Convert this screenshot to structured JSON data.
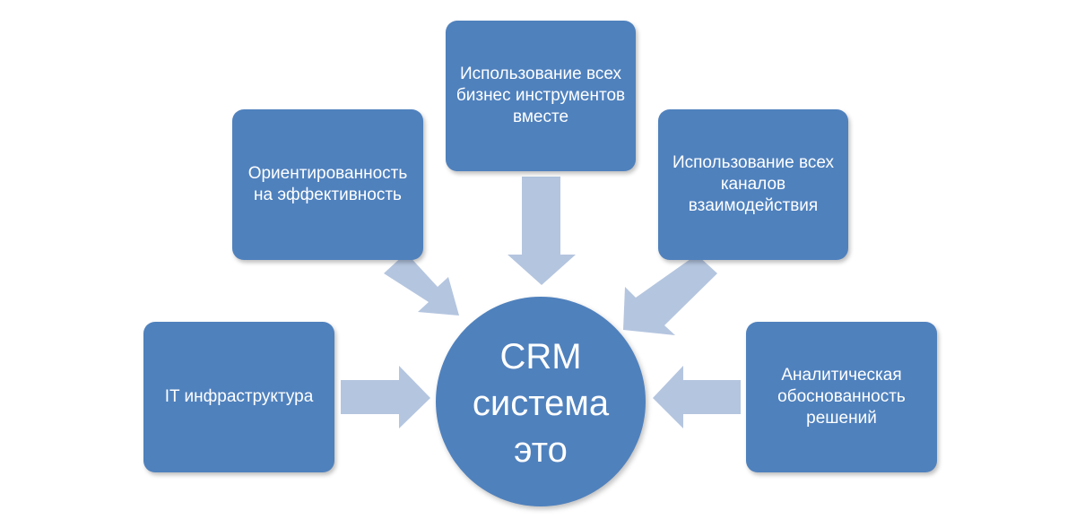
{
  "diagram": {
    "center_label": "CRM\nсистема\nэто",
    "boxes": {
      "top": "Использование всех\nбизнес инструментов\nвместе",
      "upper_left": "Ориентированность\nна эффективность",
      "upper_right": "Использование всех\nканалов\nвзаимодействия",
      "left": "IT инфраструктура",
      "right": "Аналитическая\nобоснованность\nрешений"
    }
  },
  "colors": {
    "box_fill": "#4f81bd",
    "arrow_fill": "#b4c5df",
    "text": "#ffffff"
  }
}
